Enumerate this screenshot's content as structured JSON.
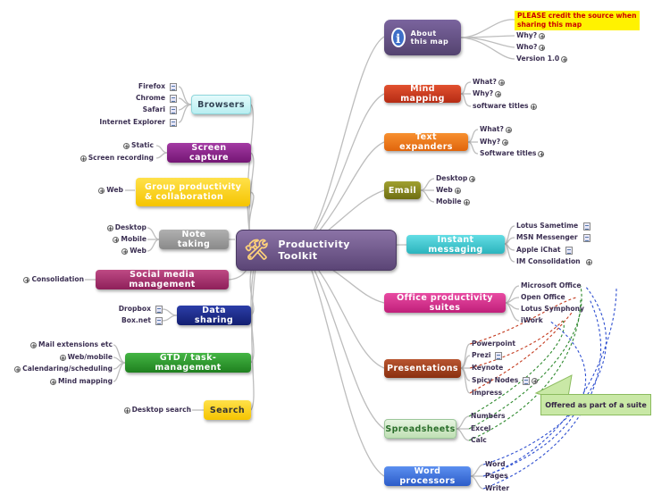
{
  "center": {
    "label": "Productivity Toolkit",
    "icon": "tools-icon"
  },
  "right": {
    "about": {
      "label": "About this map",
      "icon": "info-icon",
      "note": "PLEASE credit the source when sharing this map",
      "items": [
        "Why?",
        "Who?",
        "Version 1.0"
      ]
    },
    "mind_mapping": {
      "label": "Mind mapping",
      "items": [
        "What?",
        "Why?",
        "software titles"
      ]
    },
    "text_expanders": {
      "label": "Text expanders",
      "items": [
        "What?",
        "Why?",
        "Software titles"
      ]
    },
    "email": {
      "label": "Email",
      "items": [
        "Desktop",
        "Web",
        "Mobile"
      ]
    },
    "instant_messaging": {
      "label": "Instant messaging",
      "items": [
        "Lotus Sametime",
        "MSN Messenger",
        "Apple iChat",
        "IM Consolidation"
      ]
    },
    "office_suites": {
      "label": "Office productivity suites",
      "items": [
        "Microsoft Office",
        "Open Office",
        "Lotus Symphony",
        "iWork"
      ]
    },
    "presentations": {
      "label": "Presentations",
      "items": [
        "Powerpoint",
        "Prezi",
        "Keynote",
        "Spicy Nodes",
        "Impress"
      ]
    },
    "spreadsheets": {
      "label": "Spreadsheets",
      "items": [
        "Numbers",
        "Excel",
        "Calc"
      ]
    },
    "word_processors": {
      "label": "Word processors",
      "items": [
        "Word",
        "Pages",
        "Writer"
      ]
    },
    "callout": "Offered as part of a suite"
  },
  "left": {
    "browsers": {
      "label": "Browsers",
      "items": [
        "Firefox",
        "Chrome",
        "Safari",
        "Internet Explorer"
      ]
    },
    "screen_capture": {
      "label": "Screen capture",
      "items": [
        "Static",
        "Screen recording"
      ]
    },
    "group_productivity": {
      "label": "Group productivity & collaboration",
      "items": [
        "Web"
      ]
    },
    "note_taking": {
      "label": "Note taking",
      "items": [
        "Desktop",
        "Mobile",
        "Web"
      ]
    },
    "social_media": {
      "label": "Social media management",
      "items": [
        "Consolidation"
      ]
    },
    "data_sharing": {
      "label": "Data sharing",
      "items": [
        "Dropbox",
        "Box.net"
      ]
    },
    "gtd": {
      "label": "GTD / task-management",
      "items": [
        "Mail extensions etc",
        "Web/mobile",
        "Calendaring/scheduling",
        "Mind mapping"
      ]
    },
    "search": {
      "label": "Search",
      "items": [
        "Desktop search"
      ]
    }
  },
  "colors": {
    "center": "#6b5583",
    "about": "#5c4a7e",
    "mind_mapping": "#d0391f",
    "text_expanders": "#f07a1a",
    "email": "#8a8a1e",
    "instant_messaging": "#3fc8d0",
    "office_suites": "#d8308f",
    "presentations": "#a8421c",
    "spreadsheets": "#cfe8c4",
    "word_processors": "#3b6fd8",
    "browsers": "#c9f4f6",
    "screen_capture": "#8a1f8a",
    "group_productivity": "#ffd21a",
    "note_taking": "#9a9a9a",
    "social_media": "#a8306c",
    "data_sharing": "#1c2c8c",
    "gtd": "#2e9a2e",
    "search": "#ffd21a"
  }
}
